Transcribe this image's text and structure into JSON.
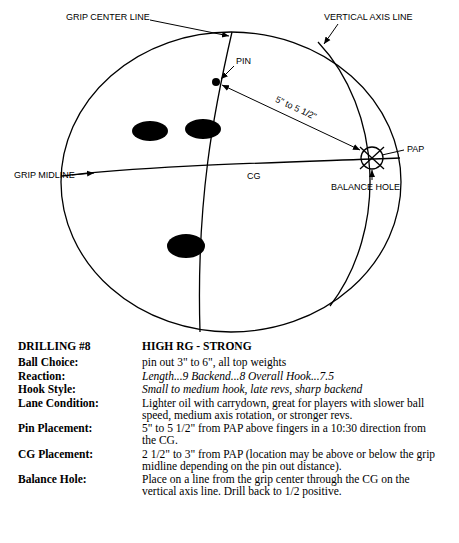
{
  "diagram": {
    "labels": [
      "GRIP CENTER LINE",
      "VERTICAL AXIS LINE",
      "PIN",
      "5\" to 5 1/2\"",
      "PAP",
      "GRIP MIDLINE",
      "CG",
      "BALANCE HOLE",
      "DRILLING #8",
      "HIGH RG - STRONG",
      "Ball Choice:",
      "pin out 3\" to 6\", all top weights",
      "Reaction:",
      "Length...9 Backend...8 Overall Hook...7.5",
      "Hook Style:",
      "Small to medium hook, late revs, sharp backend",
      "Lane Condition:",
      "Lighter oil with carrydown, great for players with slower ball speed, medium axis rotation, or stronger revs.",
      "Pin Placement:",
      "5\" to 5 1/2\" from PAP above fingers in a 10:30 direction from the CG.",
      "CG Placement:",
      "2 1/2\" to 3\" from PAP (location may be above or below the grip midline depending on the pin out distance).",
      "Balance Hole:",
      "Place on a line from the grip center through the CG on the vertical axis line. Drill back to 1/2 positive."
    ]
  }
}
